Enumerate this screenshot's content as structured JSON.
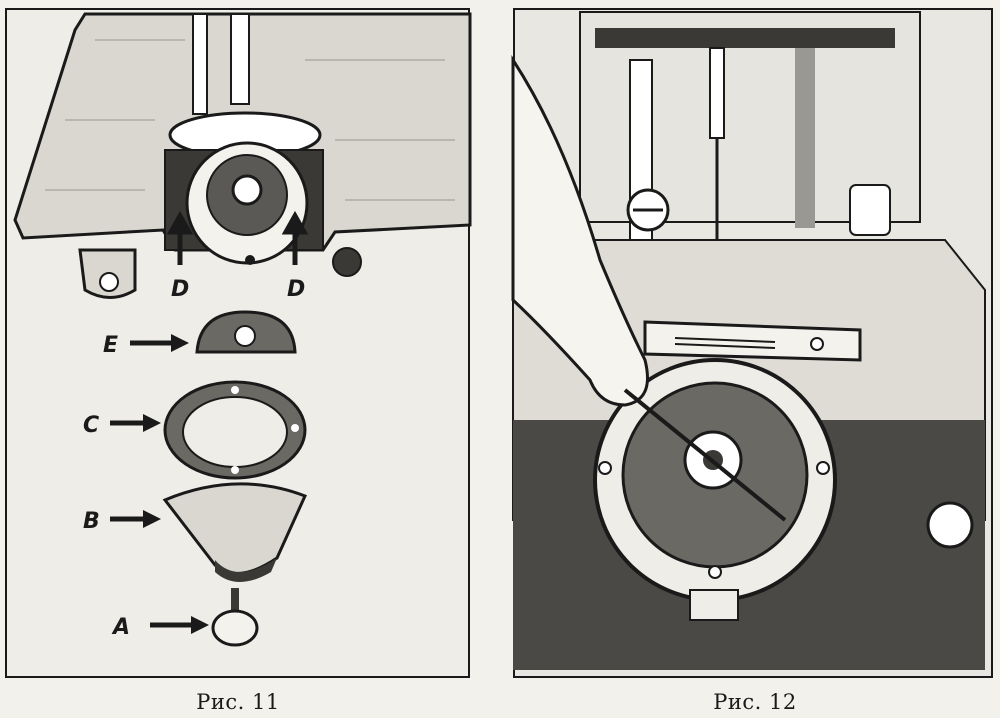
{
  "figures": [
    {
      "caption": "Рис. 11",
      "labels": {
        "D_left": "D",
        "D_right": "D",
        "E": "E",
        "C": "C",
        "B": "B",
        "A": "A"
      }
    },
    {
      "caption": "Рис. 12"
    }
  ],
  "colors": {
    "ink": "#1a1a1a",
    "paper": "#efede7",
    "shade": "#8a8882"
  }
}
